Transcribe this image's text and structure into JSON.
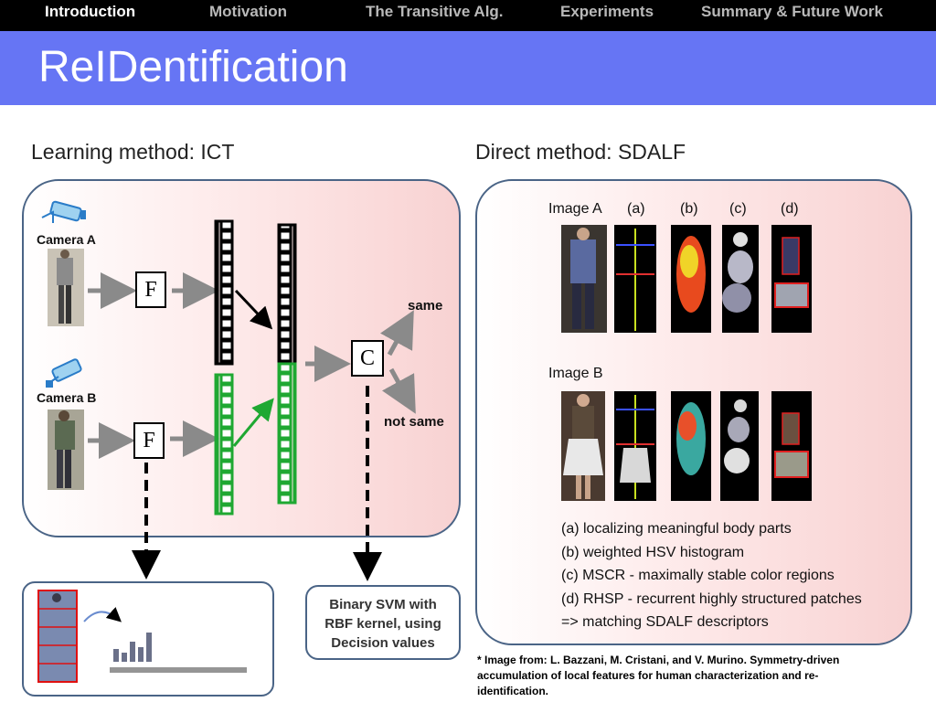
{
  "nav": {
    "items": [
      "Introduction",
      "Motivation",
      "The Transitive Alg.",
      "Experiments",
      "Summary & Future Work"
    ],
    "active": "Introduction"
  },
  "title": "ReIDentification",
  "left_heading": "Learning method: ICT",
  "right_heading": "Direct method: SDALF",
  "left_panel": {
    "camera_a": "Camera A",
    "camera_b": "Camera B",
    "feature_label": "F",
    "classifier_label": "C",
    "out_same": "same",
    "out_not_same": "not same"
  },
  "svm_box": {
    "lines": [
      "Binary SVM with",
      "RBF kernel, using",
      "Decision values"
    ]
  },
  "right_panel": {
    "image_a": "Image A",
    "image_b": "Image B",
    "col_labels": [
      "(a)",
      "(b)",
      "(c)",
      "(d)"
    ],
    "legend": [
      "(a) localizing meaningful body parts",
      "(b) weighted HSV histogram",
      "(c) MSCR - maximally stable color regions",
      "(d) RHSP - recurrent highly structured patches",
      "=> matching SDALF descriptors"
    ]
  },
  "citation": "* Image from: L. Bazzani, M. Cristani, and V. Murino. Symmetry-driven accumulation of local features for human characterization and re-identification.",
  "colors": {
    "title_bar": "#6675f4",
    "nav_bg": "#000000",
    "green": "#1fa832",
    "border": "#4a6486"
  }
}
